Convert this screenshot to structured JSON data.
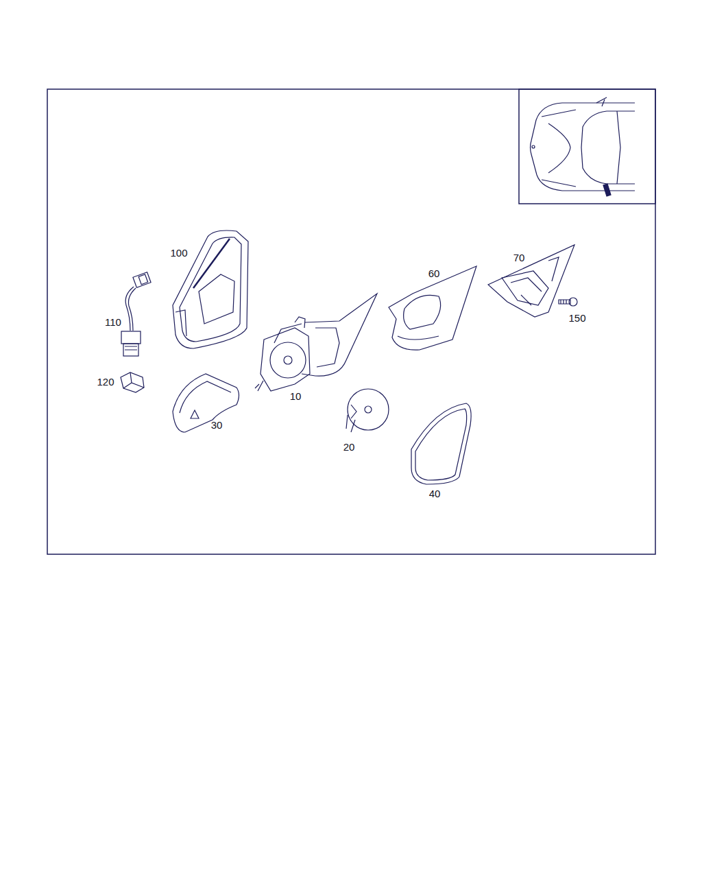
{
  "diagram": {
    "labels": [
      "100",
      "70",
      "60",
      "150",
      "110",
      "120",
      "10",
      "30",
      "20",
      "40"
    ]
  }
}
